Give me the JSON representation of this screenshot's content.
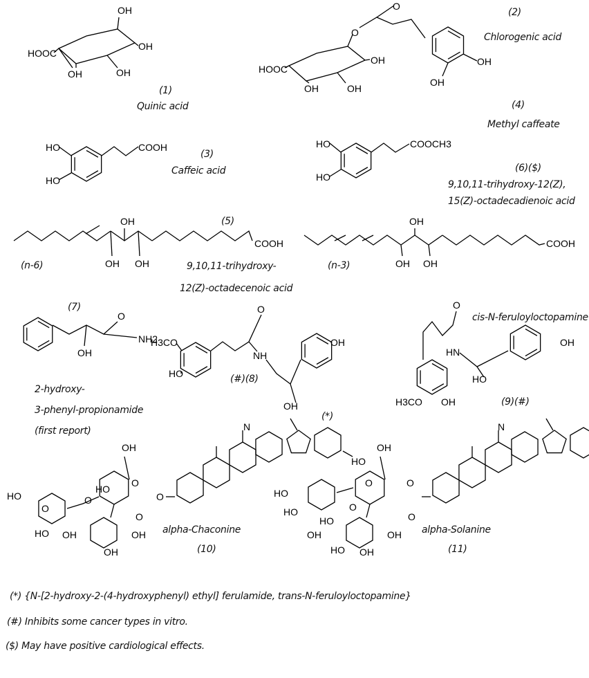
{
  "molecules": [
    {
      "number": "(1)",
      "name": "Quinic acid",
      "atoms": [
        "OH",
        "HOOC",
        "OH",
        "OH",
        "OH"
      ]
    },
    {
      "number": "(2)",
      "name": "Chlorogenic acid",
      "atoms": [
        "O",
        "O",
        "HOOC",
        "OH",
        "OH",
        "OH",
        "OH",
        "OH"
      ]
    },
    {
      "number": "(3)",
      "name": "Caffeic acid",
      "atoms": [
        "HO",
        "HO",
        "COOH"
      ]
    },
    {
      "number": "(4)",
      "name": "Methyl caffeate",
      "atoms": [
        "HO",
        "HO",
        "COOCH3"
      ]
    },
    {
      "number": "(5)",
      "name_line1": "9,10,11-trihydroxy-",
      "name_line2": "12(Z)-octadecenoic acid",
      "series": "(n-6)",
      "atoms": [
        "OH",
        "OH",
        "OH",
        "COOH"
      ]
    },
    {
      "number": "(6)($)",
      "name_line1": "9,10,11-trihydroxy-12(Z),",
      "name_line2": "15(Z)-octadecadienoic acid",
      "series": "(n-3)",
      "atoms": [
        "OH",
        "OH",
        "OH",
        "COOH"
      ]
    },
    {
      "number": "(7)",
      "name_line1": "2-hydroxy-",
      "name_line2": "3-phenyl-propionamide",
      "name_line3": "(first report)",
      "atoms": [
        "O",
        "NH2",
        "OH"
      ]
    },
    {
      "number": "(#)(8)",
      "note": "(*)",
      "atoms": [
        "H3CO",
        "HO",
        "O",
        "NH",
        "OH",
        "OH"
      ]
    },
    {
      "number": "(9)(#)",
      "name": "cis-N-feruloyloctopamine",
      "atoms": [
        "O",
        "HN",
        "HO",
        "OH",
        "H3CO",
        "OH"
      ]
    },
    {
      "number": "(10)",
      "name": "alpha-Chaconine",
      "atoms": [
        "OH",
        "O",
        "O",
        "O",
        "HO",
        "HO",
        "OH",
        "O",
        "HO",
        "OH",
        "N",
        "O",
        "OH"
      ]
    },
    {
      "number": "(11)",
      "name": "alpha-Solanine",
      "atoms": [
        "OH",
        "HO",
        "O",
        "HO",
        "HO",
        "O",
        "HO",
        "OH",
        "O",
        "HO",
        "OH",
        "N",
        "O",
        "OH"
      ]
    }
  ],
  "footnotes": [
    "(*) {N-[2-hydroxy-2-(4-hydroxyphenyl) ethyl] ferulamide, trans-N-feruloyloctopamine}",
    "(#)  Inhibits some cancer types in vitro.",
    "($) May have positive cardiological effects."
  ]
}
